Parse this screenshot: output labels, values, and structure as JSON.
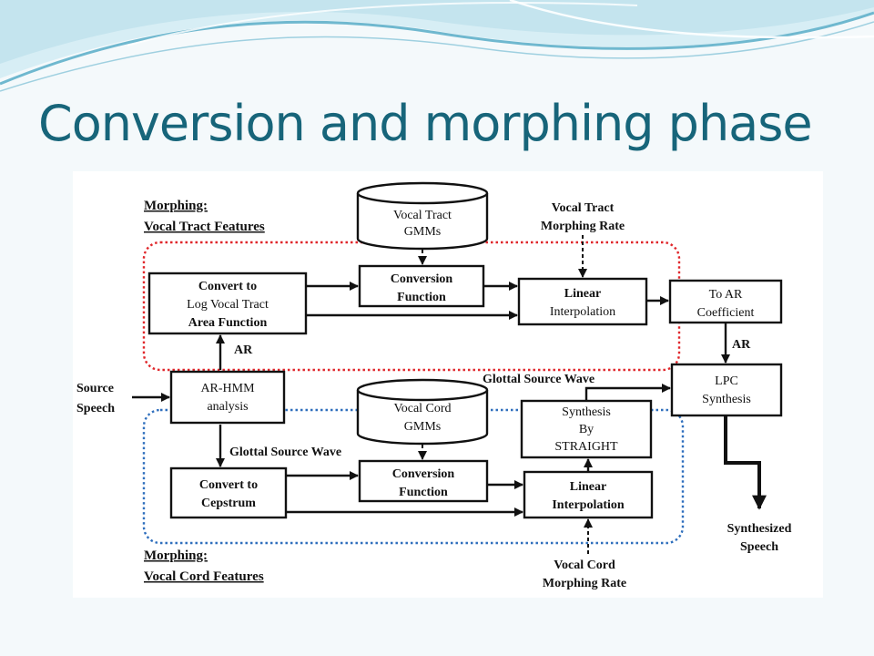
{
  "slide": {
    "title": "Conversion and morphing phase"
  },
  "diagram": {
    "sections": {
      "vocal_tract": [
        "Morphing:",
        "Vocal Tract Features"
      ],
      "vocal_cord": [
        "Morphing:",
        "Vocal  Cord Features"
      ]
    },
    "inputs": {
      "source_speech": [
        "Source",
        "Speech"
      ]
    },
    "databases": {
      "vocal_tract_gmms": [
        "Vocal Tract",
        "GMMs"
      ],
      "vocal_cord_gmms": [
        "Vocal Cord",
        "GMMs"
      ]
    },
    "boxes": {
      "convert_log_area": [
        "Convert to",
        "Log Vocal Tract",
        "Area Function"
      ],
      "conversion_function_tract": [
        "Conversion",
        "Function"
      ],
      "linear_interpolation_tract": [
        "Linear",
        "Interpolation"
      ],
      "to_ar_coefficient": [
        "To AR",
        "Coefficient"
      ],
      "ar_hmm_analysis": [
        "AR-HMM",
        "analysis"
      ],
      "lpc_synthesis": [
        "LPC",
        "Synthesis"
      ],
      "synthesis_straight": [
        "Synthesis",
        "By",
        "STRAIGHT"
      ],
      "convert_cepstrum": [
        "Convert to",
        "Cepstrum"
      ],
      "conversion_function_cord": [
        "Conversion",
        "Function"
      ],
      "linear_interpolation_cord": [
        "Linear",
        "Interpolation"
      ]
    },
    "rates": {
      "vocal_tract_rate": [
        "Vocal Tract",
        "Morphing Rate"
      ],
      "vocal_cord_rate": [
        "Vocal Cord",
        "Morphing Rate"
      ]
    },
    "edge_labels": {
      "ar_up": "AR",
      "ar_down": "AR",
      "glottal_top": "Glottal Source Wave",
      "glottal_bottom": "Glottal Source Wave"
    },
    "output": [
      "Synthesized",
      "Speech"
    ]
  },
  "colors": {
    "title": "#17657a",
    "tract_region": "#e0272b",
    "cord_region": "#2f6fbd",
    "header_wave_light": "#d4ecf3",
    "header_wave_dark": "#6fb8cf"
  }
}
